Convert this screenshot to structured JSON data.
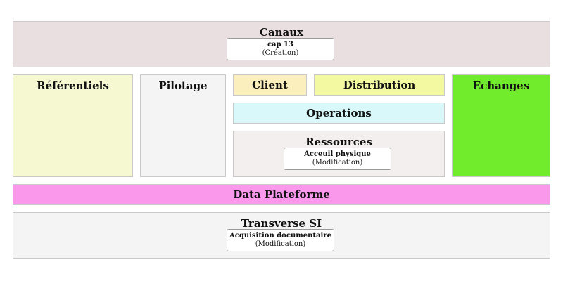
{
  "diagram": {
    "canaux": {
      "title": "Canaux",
      "tags": [
        {
          "name": "cap 13",
          "status": "(Création)"
        }
      ]
    },
    "referentiels": {
      "title": "Référentiels"
    },
    "pilotage": {
      "title": "Pilotage"
    },
    "client": {
      "title": "Client"
    },
    "distribution": {
      "title": "Distribution"
    },
    "operations": {
      "title": "Operations"
    },
    "ressources": {
      "title": "Ressources",
      "tags": [
        {
          "name": "Acceuil physique",
          "status": "(Modification)"
        }
      ]
    },
    "echanges": {
      "title": "Echanges"
    },
    "data_plateforme": {
      "title": "Data Plateforme"
    },
    "transverse": {
      "title": "Transverse SI",
      "tags": [
        {
          "name": "Acquisition documentaire",
          "status": "(Modification)"
        }
      ]
    }
  },
  "colors": {
    "canaux": "#e9dfe0",
    "referentiels": "#f6f8d2",
    "pilotage": "#f4f4f4",
    "client": "#fbf0bd",
    "distribution": "#f2f9a1",
    "operations": "#d8f8f9",
    "ressources": "#f4efef",
    "echanges": "#70ec2c",
    "data_plateforme": "#fa99ec",
    "transverse": "#f4f4f4"
  }
}
